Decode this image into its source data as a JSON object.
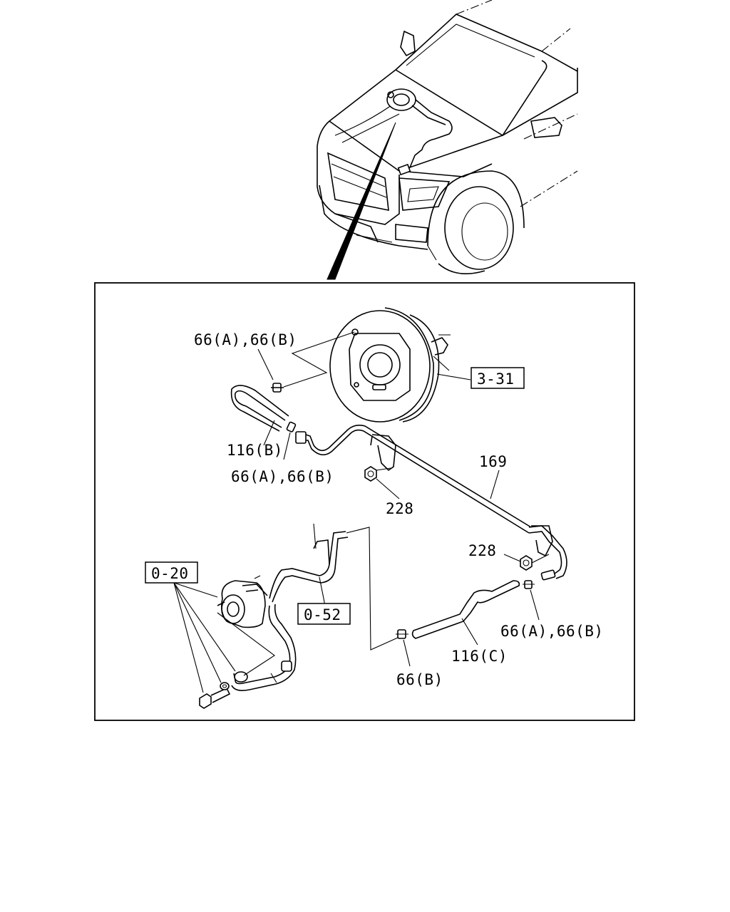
{
  "labels": {
    "clip_top": "66(A),66(B)",
    "booster_ref": "3-31",
    "hose_b": "116(B)",
    "clip_mid": "66(A),66(B)",
    "pipe": "169",
    "nut_upper": "228",
    "nut_lower": "228",
    "pump_ref": "0-20",
    "pipe_ref": "0-52",
    "clip_right": "66(A),66(B)",
    "hose_c": "116(C)",
    "clip_bottom": "66(B)"
  }
}
